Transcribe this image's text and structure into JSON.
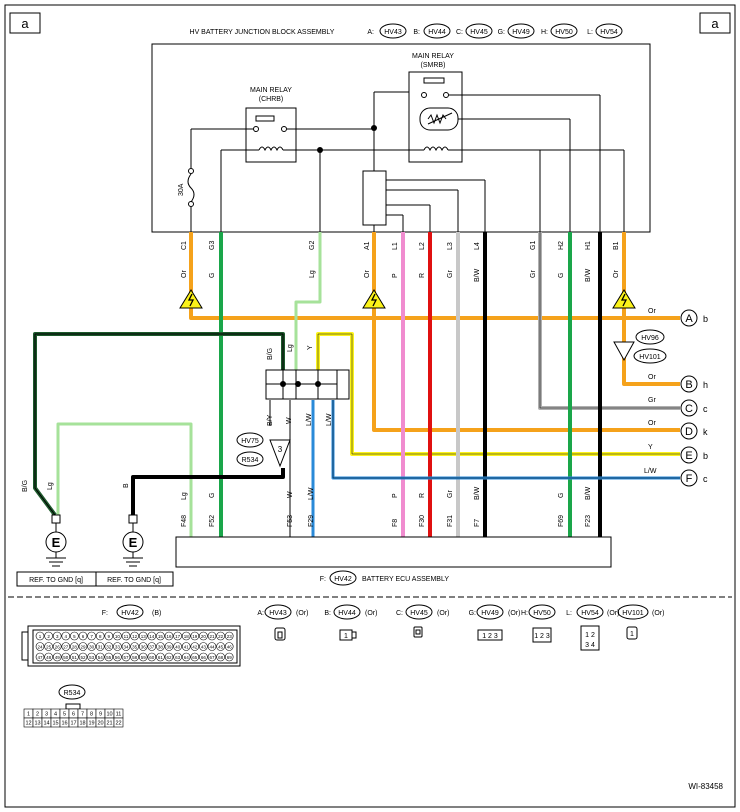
{
  "corner_label": "a",
  "junction_block": {
    "title": "HV BATTERY JUNCTION BLOCK ASSEMBLY",
    "connectors": [
      "A:",
      "HV43",
      "B:",
      "HV44",
      "C:",
      "HV45",
      "G:",
      "HV49",
      "H:",
      "HV50",
      "L:",
      "HV54"
    ],
    "relay_chrb_line1": "MAIN RELAY",
    "relay_chrb_line2": "(CHRB)",
    "relay_smrb_line1": "MAIN RELAY",
    "relay_smrb_line2": "(SMRB)",
    "fuse": "30A"
  },
  "top_pins": [
    {
      "pin": "C1",
      "color": "Or"
    },
    {
      "pin": "G3",
      "color": "G"
    },
    {
      "pin": "G2",
      "color": "Lg"
    },
    {
      "pin": "A1",
      "color": "Or"
    },
    {
      "pin": "L1",
      "color": "P"
    },
    {
      "pin": "L2",
      "color": "R"
    },
    {
      "pin": "L3",
      "color": "Gr"
    },
    {
      "pin": "L4",
      "color": "B/W"
    },
    {
      "pin": "G1",
      "color": "Gr"
    },
    {
      "pin": "H2",
      "color": "G"
    },
    {
      "pin": "H1",
      "color": "B/W"
    },
    {
      "pin": "B1",
      "color": "Or"
    }
  ],
  "connector_lines": [
    {
      "letter": "A",
      "color": "Or",
      "dest": "b"
    },
    {
      "letter": "B",
      "color": "Or",
      "dest": "h"
    },
    {
      "letter": "C",
      "color": "Gr",
      "dest": "c"
    },
    {
      "letter": "D",
      "color": "Or",
      "dest": "k"
    },
    {
      "letter": "E",
      "color": "Y",
      "dest": "b"
    },
    {
      "letter": "F",
      "color": "L/W",
      "dest": "c"
    }
  ],
  "relay_connectors": [
    "HV96",
    "HV101"
  ],
  "joint_connector": {
    "labels": [
      "B/G",
      "Lg",
      "Y"
    ],
    "lower_labels": [
      "B/Y",
      "W",
      "L/W",
      "L/W"
    ],
    "ids": [
      "HV75",
      "R534"
    ],
    "number": "3"
  },
  "ground_wires": {
    "left": [
      "B/G",
      "Lg"
    ],
    "center": "B"
  },
  "ground_symbol": "E",
  "ground_refs": [
    "REF. TO GND [q]",
    "REF. TO GND [q]"
  ],
  "bottom_pins": [
    {
      "pin": "F48",
      "color": "Lg"
    },
    {
      "pin": "F52",
      "color": "G"
    },
    {
      "pin": "F53",
      "color": "W"
    },
    {
      "pin": "F29",
      "color": "L/W"
    },
    {
      "pin": "F8",
      "color": "P"
    },
    {
      "pin": "F30",
      "color": "R"
    },
    {
      "pin": "F31",
      "color": "Gr"
    },
    {
      "pin": "F7",
      "color": "B/W"
    },
    {
      "pin": "F69",
      "color": "G"
    },
    {
      "pin": "F23",
      "color": "B/W"
    }
  ],
  "ecu": {
    "prefix": "F:",
    "connector": "HV42",
    "title": "BATTERY ECU ASSEMBLY"
  },
  "legend": {
    "f_label": "F:",
    "f_conn": "HV42",
    "f_color": "(B)",
    "items": [
      {
        "label": "A:",
        "conn": "HV43",
        "color": "(Or)"
      },
      {
        "label": "B:",
        "conn": "HV44",
        "color": "(Or)"
      },
      {
        "label": "C:",
        "conn": "HV45",
        "color": "(Or)"
      },
      {
        "label": "G:",
        "conn": "HV49",
        "color": "(Or)"
      },
      {
        "label": "H:",
        "conn": "HV50",
        "color": "(Or)"
      },
      {
        "label": "L:",
        "conn": "HV54",
        "color": "(Or)"
      },
      {
        "label": "",
        "conn": "HV101",
        "color": "(Or)"
      }
    ],
    "r534": "R534",
    "r534_row1": [
      "1",
      "2",
      "3",
      "4",
      "5",
      "6",
      "7",
      "8",
      "9",
      "10",
      "11"
    ],
    "r534_row2": [
      "12",
      "13",
      "14",
      "15",
      "16",
      "17",
      "18",
      "19",
      "20",
      "21",
      "22"
    ],
    "ecu_rows": [
      [
        "1",
        "2",
        "3",
        "4",
        "5",
        "6",
        "7",
        "8",
        "9",
        "10",
        "11",
        "12",
        "13",
        "14",
        "15",
        "16",
        "17",
        "18",
        "19",
        "20",
        "21",
        "22",
        "23"
      ],
      [
        "24",
        "25",
        "26",
        "27",
        "28",
        "29",
        "30",
        "31",
        "32",
        "33",
        "34",
        "35",
        "36",
        "37",
        "38",
        "39",
        "40",
        "41",
        "42",
        "43",
        "44",
        "45",
        "46"
      ],
      [
        "47",
        "48",
        "49",
        "50",
        "51",
        "52",
        "53",
        "54",
        "55",
        "56",
        "57",
        "58",
        "59",
        "60",
        "61",
        "62",
        "63",
        "64",
        "65",
        "66",
        "67",
        "68",
        "69"
      ]
    ],
    "mini_pins": {
      "B": "1",
      "G": "1 2 3",
      "H": "1 2 3",
      "L1": "1 2",
      "L2": "3 4",
      "HV101": "1"
    }
  },
  "figure_id": "WI-83458",
  "colors": {
    "orange": "#f5a21b",
    "green": "#1aa64a",
    "lightgreen": "#a6e29a",
    "darkgreen": "#1d5a2c",
    "pink": "#f08ccf",
    "red": "#e01010",
    "gray": "#b0b0b0",
    "yellow": "#fbf21a",
    "blue": "#2a8ad8",
    "black": "#000000"
  }
}
